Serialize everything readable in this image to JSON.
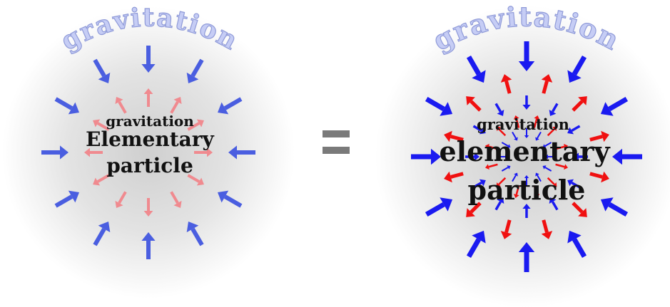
{
  "left_panel": {
    "arc_title": "gravitation",
    "inner_label": "gravitation",
    "main_label_line1": "Elementary",
    "main_label_line2": "particle"
  },
  "equals_symbol": "=",
  "right_panel": {
    "arc_title": "gravitation",
    "inner_label": "gravitation",
    "main_label_line1": "elementary",
    "main_label_line2": "particle"
  },
  "colors": {
    "inward_arrow_left": "#4a5ee0",
    "outward_arrow_left": "#f08a8f",
    "inward_arrow_right": "#1a1af0",
    "outward_arrow_right": "#f01010",
    "arc_text_fill": "#c6cdf5",
    "arc_text_stroke": "#8f9ad8",
    "equals": "#7a7a7a",
    "label": "#111111"
  }
}
